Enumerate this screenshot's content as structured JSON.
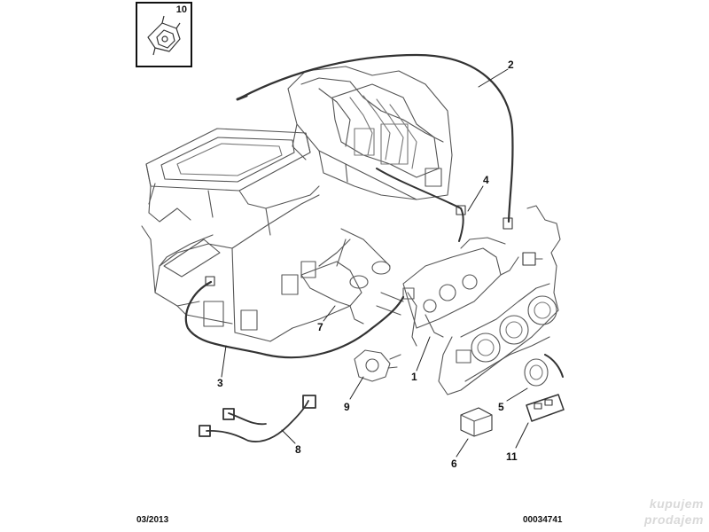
{
  "diagram": {
    "inset": {
      "number": "10"
    },
    "callouts": {
      "c1": "1",
      "c2": "2",
      "c3": "3",
      "c4": "4",
      "c5": "5",
      "c6": "6",
      "c7": "7",
      "c8": "8",
      "c9": "9",
      "c11": "11"
    },
    "footer": {
      "date": "03/2013",
      "ref": "00034741"
    },
    "watermark": {
      "line1": "kupujem",
      "line2": "prodajem"
    }
  },
  "colors": {
    "line": "#555555",
    "dark": "#111111",
    "watermark": "#d9d9d9"
  }
}
